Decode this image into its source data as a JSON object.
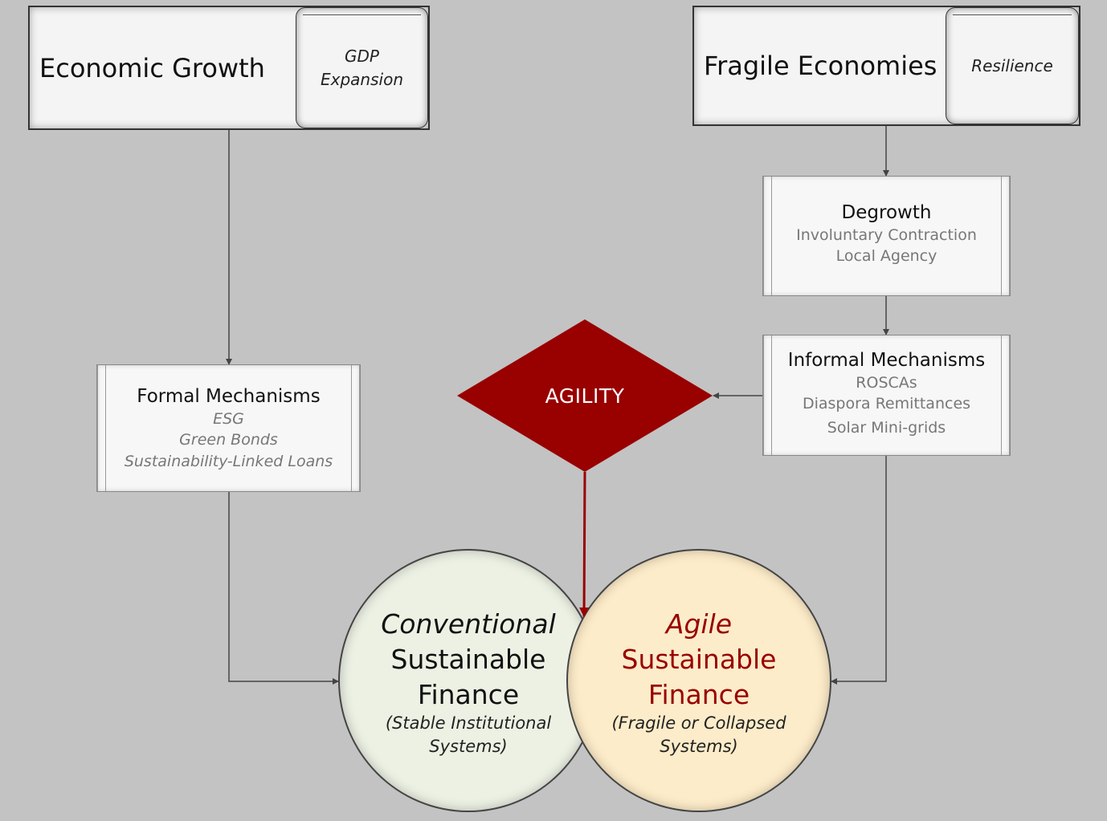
{
  "colors": {
    "background": "#c3c3c3",
    "accent": "#990000",
    "conventional_fill": "#ecf1e4",
    "agile_fill": "#fdecc9",
    "connector": "#444444"
  },
  "header_left": {
    "title": "Economic Growth",
    "side_line1": "GDP",
    "side_line2": "Expansion"
  },
  "header_right": {
    "title": "Fragile Economies",
    "side": "Resilience"
  },
  "degrowth": {
    "title": "Degrowth",
    "lines": [
      "Involuntary Contraction",
      "Local Agency"
    ]
  },
  "informal": {
    "title": "Informal Mechanisms",
    "lines": [
      "ROSCAs",
      "Diaspora Remittances",
      "Solar Mini-grids"
    ]
  },
  "formal": {
    "title": "Formal Mechanisms",
    "lines": [
      "ESG",
      "Green Bonds",
      "Sustainability-Linked Loans"
    ]
  },
  "agility": {
    "label": "AGILITY"
  },
  "conventional": {
    "line1": "Conventional",
    "line2": "Sustainable",
    "line3": "Finance",
    "sub1": "(Stable Institutional",
    "sub2": "Systems)"
  },
  "agile": {
    "line1": "Agile",
    "line2": "Sustainable",
    "line3": "Finance",
    "sub1": "(Fragile or Collapsed",
    "sub2": "Systems)"
  },
  "edges": [
    {
      "id": "economic-growth-to-formal"
    },
    {
      "id": "fragile-economies-to-degrowth"
    },
    {
      "id": "degrowth-to-informal"
    },
    {
      "id": "informal-to-agility"
    },
    {
      "id": "agility-to-circles"
    },
    {
      "id": "formal-to-conventional"
    },
    {
      "id": "informal-to-agile"
    }
  ]
}
